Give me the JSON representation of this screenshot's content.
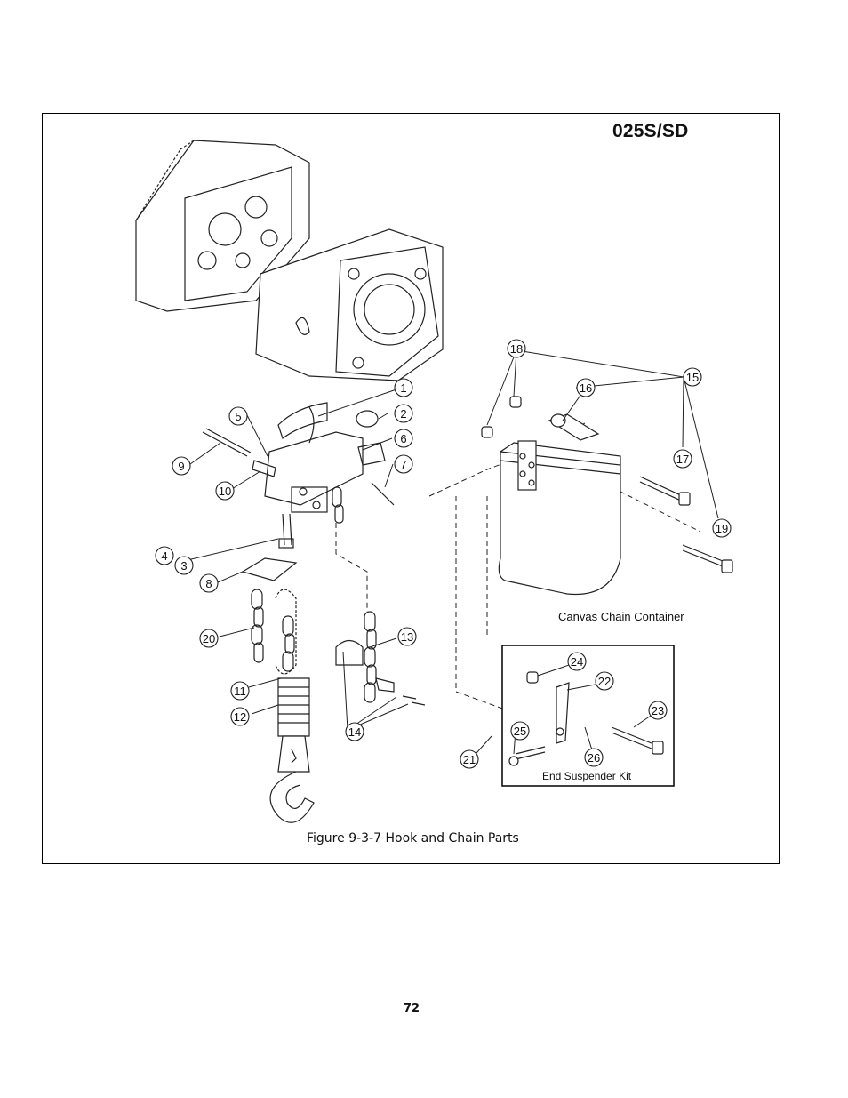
{
  "figure": {
    "model": "025S/SD",
    "caption": "Figure 9-3-7 Hook and Chain Parts"
  },
  "labels": {
    "canvas_chain_container": "Canvas Chain Container",
    "end_suspender_kit": "End Suspender Kit"
  },
  "callouts": [
    "1",
    "2",
    "3",
    "4",
    "5",
    "6",
    "7",
    "8",
    "9",
    "10",
    "11",
    "12",
    "13",
    "14",
    "15",
    "16",
    "17",
    "18",
    "19",
    "20",
    "21",
    "22",
    "23",
    "24",
    "25",
    "26"
  ],
  "page_number": "72",
  "colors": {
    "line": "#222222",
    "fill": "#ffffff",
    "shade": "#e6e6e6"
  }
}
